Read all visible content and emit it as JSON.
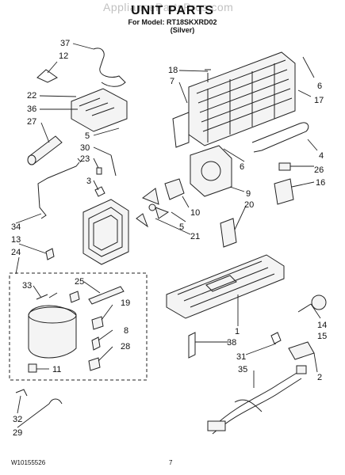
{
  "header": {
    "watermark": "AppliancePartsPros.com",
    "title": "UNIT PARTS",
    "model_line": "For Model: RT18SKXRD02",
    "color_line": "(Silver)"
  },
  "footer": {
    "doc_number": "W10155526",
    "page_number": "7"
  },
  "part_numbers": [
    "37",
    "12",
    "22",
    "36",
    "27",
    "5",
    "30",
    "23",
    "3",
    "34",
    "13",
    "24",
    "33",
    "25",
    "19",
    "8",
    "28",
    "11",
    "32",
    "29",
    "18",
    "7",
    "6",
    "17",
    "4",
    "26",
    "9",
    "16",
    "10",
    "20",
    "21",
    "1",
    "14",
    "15",
    "38",
    "31",
    "2",
    "35"
  ]
}
